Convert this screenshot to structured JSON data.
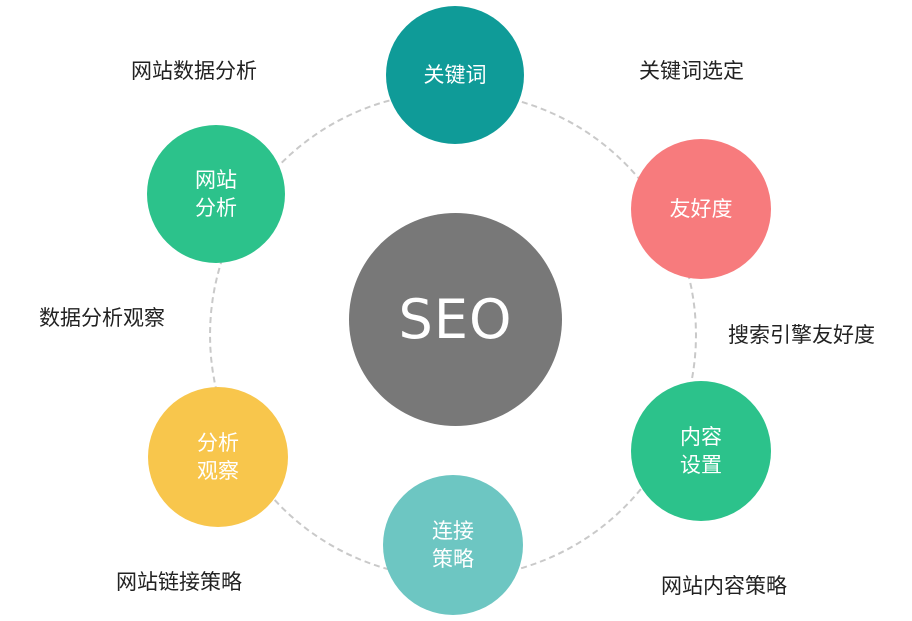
{
  "center": {
    "label": "SEO",
    "color": "#787878"
  },
  "nodes": [
    {
      "id": "top",
      "lines": [
        "关键词"
      ],
      "color": "#0f9b98"
    },
    {
      "id": "left1",
      "lines": [
        "网站",
        "分析"
      ],
      "color": "#2cc28b"
    },
    {
      "id": "right1",
      "lines": [
        "友好度"
      ],
      "color": "#f77b7d"
    },
    {
      "id": "left2",
      "lines": [
        "分析",
        "观察"
      ],
      "color": "#f8c64c"
    },
    {
      "id": "right2",
      "lines": [
        "内容",
        "设置"
      ],
      "color": "#2cc28b"
    },
    {
      "id": "bottom",
      "lines": [
        "连接",
        "策略"
      ],
      "color": "#6dc6c2"
    }
  ],
  "labels": {
    "top_left": "网站数据分析",
    "top_right": "关键词选定",
    "mid_left": "数据分析观察",
    "mid_right": "搜索引擎友好度",
    "bottom_left": "网站链接策略",
    "bottom_right": "网站内容策略"
  }
}
